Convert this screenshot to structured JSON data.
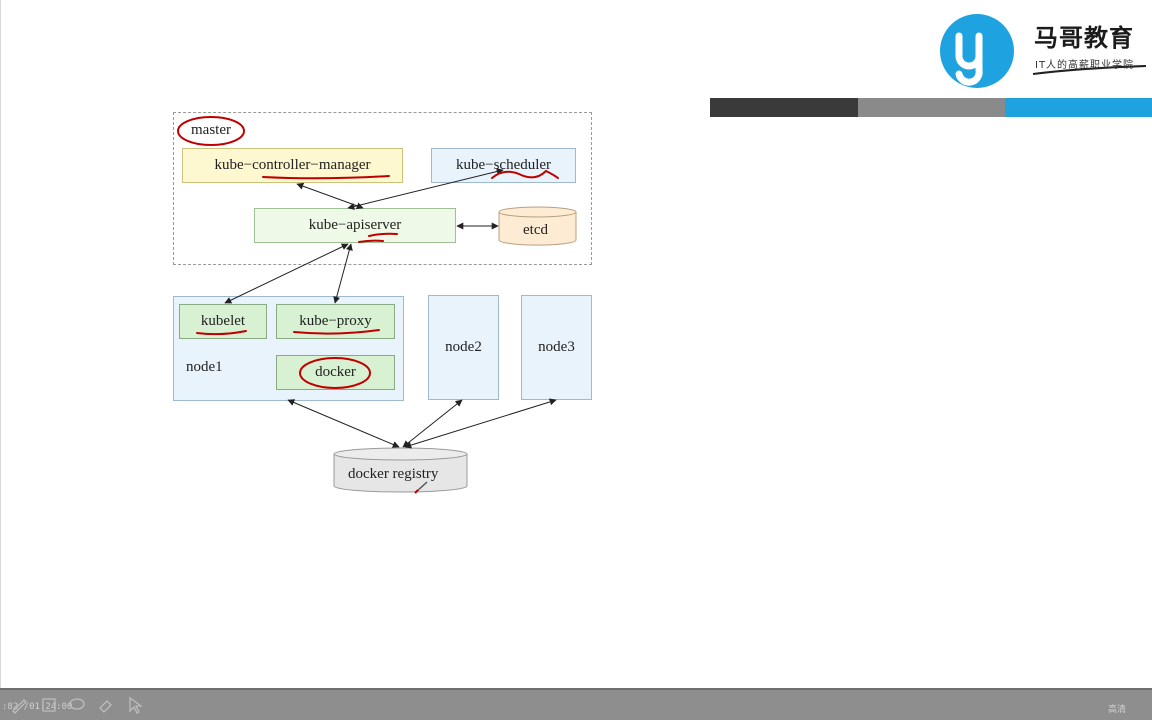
{
  "brand": {
    "name": "马哥教育",
    "tagline": "IT人的高薪职业学院",
    "colors": {
      "logo_blue": "#1fa3e0",
      "bar_dark": "#3a3a3a",
      "bar_gray": "#8a8a8a",
      "bar_blue": "#1fa3e0"
    }
  },
  "diagram": {
    "master_group_label": "master",
    "components": {
      "controller_manager": "kube−controller−manager",
      "scheduler": "kube−scheduler",
      "apiserver": "kube−apiserver",
      "etcd": "etcd",
      "kubelet": "kubelet",
      "kube_proxy": "kube−proxy",
      "docker": "docker",
      "node1": "node1",
      "node2": "node2",
      "node3": "node3",
      "registry": "docker registry"
    },
    "annotation_color": "#c00000"
  },
  "player": {
    "time": ":82 /01:24:00",
    "right_label": "高清",
    "tools": [
      "pen-icon",
      "highlighter-icon",
      "lasso-icon",
      "eraser-icon",
      "pointer-icon"
    ]
  }
}
